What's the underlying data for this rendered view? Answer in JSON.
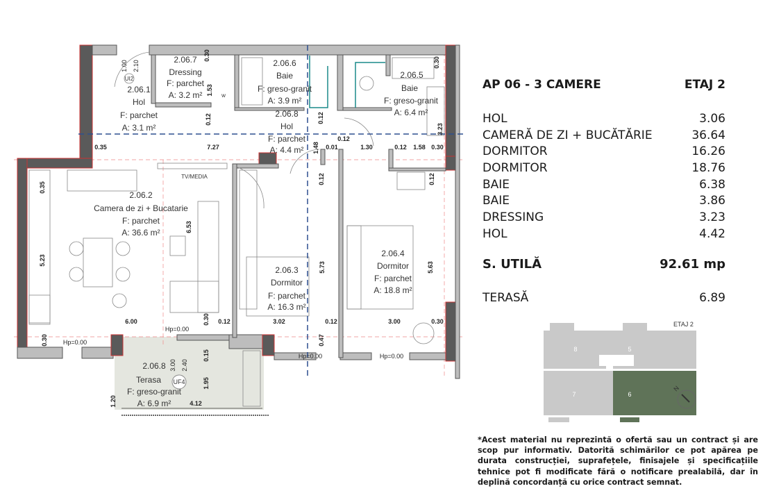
{
  "summary": {
    "title": "AP 06 - 3 CAMERE",
    "floor": "ETAJ 2",
    "rooms": [
      {
        "name": "HOL",
        "area": "3.06"
      },
      {
        "name": "CAMERĂ DE ZI + BUCĂTĂRIE",
        "area": "36.64"
      },
      {
        "name": "DORMITOR",
        "area": "16.26"
      },
      {
        "name": "DORMITOR",
        "area": "18.76"
      },
      {
        "name": "BAIE",
        "area": "6.38"
      },
      {
        "name": "BAIE",
        "area": "3.86"
      },
      {
        "name": "DRESSING",
        "area": "3.23"
      },
      {
        "name": "HOL",
        "area": "4.42"
      }
    ],
    "total_label": "S. UTILĂ",
    "total_value": "92.61 mp",
    "terrace_label": "TERASĂ",
    "terrace_value": "6.89"
  },
  "keyplan": {
    "floor": "ETAJ 2",
    "units": [
      "8",
      "5",
      "7",
      "6"
    ],
    "highlight_unit": "6",
    "highlight_color": "#5f7358",
    "north": "N"
  },
  "plan": {
    "rooms": [
      {
        "code": "2.06.1",
        "name": "Hol",
        "floor": "F: parchet",
        "area": "A: 3.1 m²"
      },
      {
        "code": "2.06.7",
        "name": "Dressing",
        "floor": "F: parchet",
        "area": "A: 3.2 m²"
      },
      {
        "code": "2.06.6",
        "name": "Baie",
        "floor": "F: greso-granit",
        "area": "A: 3.9 m²"
      },
      {
        "code": "2.06.8",
        "name": "Hol",
        "floor": "F: parchet",
        "area": "A: 4.4 m²"
      },
      {
        "code": "2.06.5",
        "name": "Baie",
        "floor": "F: greso-granit",
        "area": "A: 6.4 m²"
      },
      {
        "code": "2.06.2",
        "name": "Camera de zi + Bucatarie",
        "floor": "F: parchet",
        "area": "A: 36.6 m²"
      },
      {
        "code": "2.06.3",
        "name": "Dormitor",
        "floor": "F: parchet",
        "area": "A: 16.3 m²"
      },
      {
        "code": "2.06.4",
        "name": "Dormitor",
        "floor": "F: parchet",
        "area": "A: 18.8 m²"
      },
      {
        "code": "2.06.8",
        "name": "Terasa",
        "floor": "F: greso-granit",
        "area": "A: 6.9 m²"
      }
    ],
    "tags": {
      "entry": "UI2",
      "terrace": "UF4",
      "tv": "TV/MEDIA",
      "w": "w"
    },
    "door_dims": [
      "1.00",
      "2.10"
    ],
    "terrace_door_dims": [
      "3.00",
      "2.40"
    ],
    "hp": "Hp=0.00",
    "dims": [
      "0.30",
      "1.53",
      "0.12",
      "0.35",
      "7.27",
      "1.48",
      "0.01",
      "0.12",
      "1.30",
      "0.12",
      "1.58",
      "0.30",
      "0.12",
      "0.30",
      "3.23",
      "0.35",
      "5.23",
      "6.53",
      "5.73",
      "5.63",
      "6.00",
      "0.30",
      "0.12",
      "3.02",
      "0.12",
      "3.00",
      "0.30",
      "0.30",
      "0.15",
      "0.47",
      "1.95",
      "1.20",
      "4.12",
      "0.12",
      "0.12"
    ]
  },
  "disclaimer": "*Acest material nu reprezintă o ofertă sau un contract și are scop pur informativ. Datorită schimărilor ce pot apărea pe durata construcției, suprafețele, finisajele și specificațiile tehnice pot fi modificate fără o notificare prealabilă, dar în deplină concordanță cu orice contract semnat."
}
